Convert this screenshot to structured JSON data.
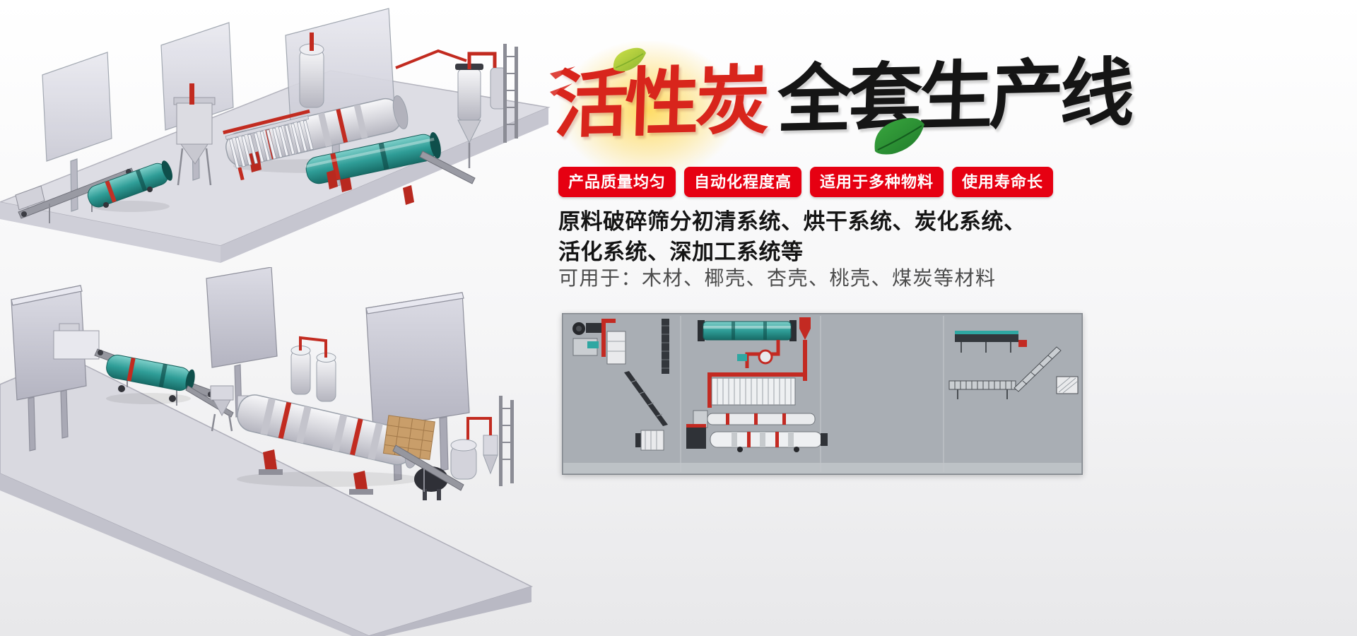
{
  "banner": {
    "title": {
      "red": "活性炭",
      "black": "全套生产线"
    },
    "badges": [
      "产品质量均匀",
      "自动化程度高",
      "适用于多种物料",
      "使用寿命长"
    ],
    "description": {
      "line1": "原料破碎筛分初清系统、烘干系统、炭化系统、",
      "line2": "活化系统、深加工系统等"
    },
    "materials": "可用于：木材、椰壳、杏壳、桃壳、煤炭等材料",
    "colors": {
      "badge_bg": "#e60012",
      "title_red": "#d8251c",
      "title_black": "#151515",
      "accent_teal": "#2f9d97",
      "accent_red": "#c22b20"
    }
  },
  "illustrations": {
    "upper_left": "production-line-3d-render",
    "lower_left": "production-line-3d-render",
    "lower_right": "production-line-plan-schematic"
  }
}
